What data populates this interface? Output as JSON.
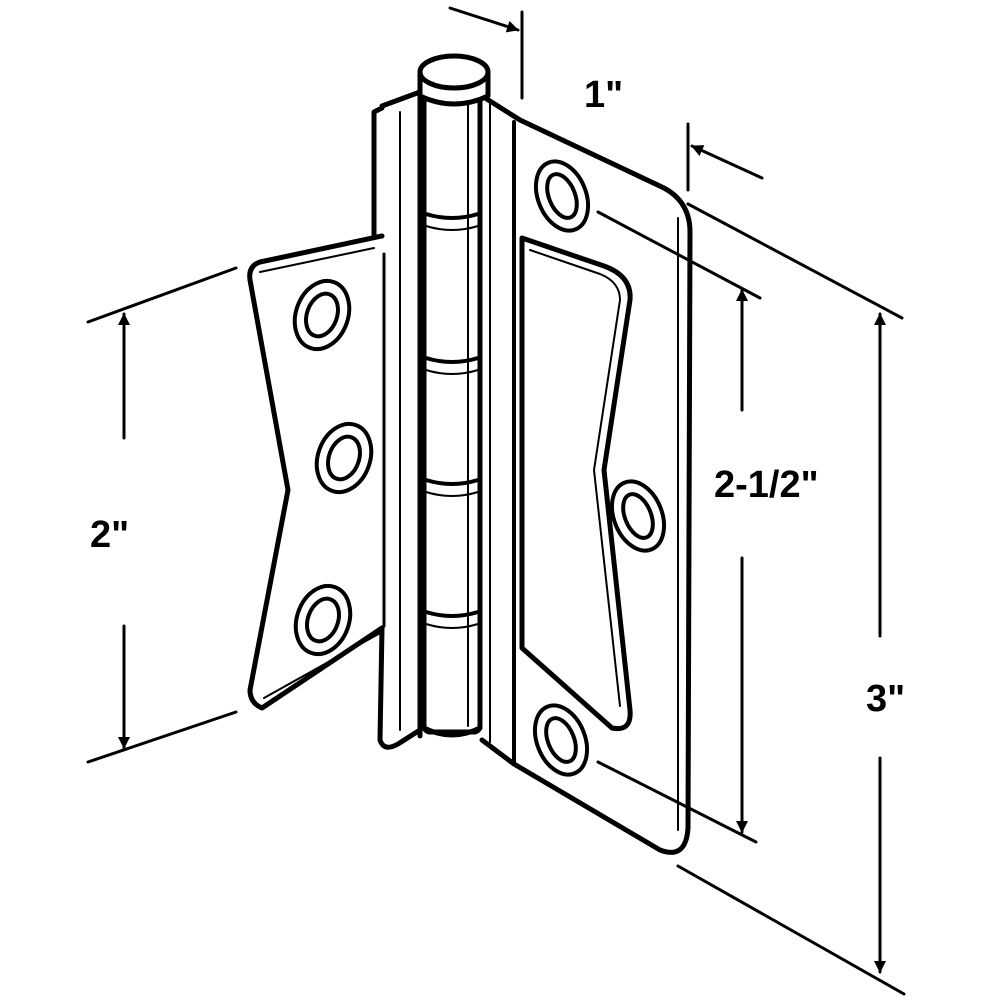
{
  "diagram": {
    "subject": "hinge-dimension-drawing",
    "ink_color": "#000000",
    "background_color": "#ffffff",
    "dimensions": {
      "pin_offset": "1\"",
      "leaf_hole_spacing": "2\"",
      "frame_hole_spacing": "2-1/2\"",
      "overall_height": "3\""
    }
  }
}
